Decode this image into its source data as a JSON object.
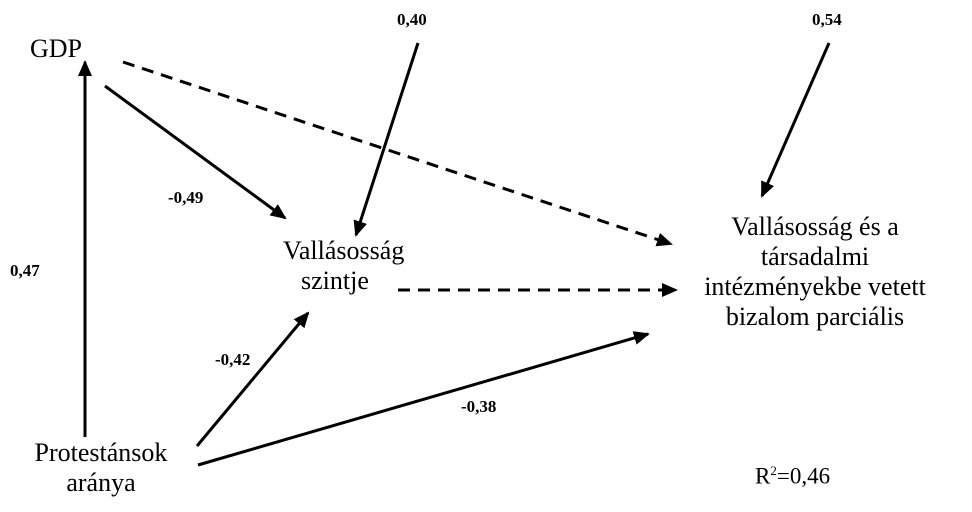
{
  "nodes": {
    "gdp": "GDP",
    "religiosity": [
      "Vallásosság",
      "szintje"
    ],
    "outcome": [
      "Vallásosság és a",
      "társadalmi",
      "intézményekbe vetett",
      "bizalom parciális"
    ],
    "protestant": [
      "Protestánsok",
      "aránya"
    ]
  },
  "coefficients": {
    "disturbance_religiosity": "0,40",
    "disturbance_outcome": "0,54",
    "gdp_to_religiosity": "-0,49",
    "protestant_to_gdp": "0,47",
    "protestant_to_religiosity": "-0,42",
    "protestant_to_outcome": "-0,38"
  },
  "r_squared": {
    "base": "R",
    "exponent": "2",
    "value": "=0,46"
  },
  "colors": {
    "line": "#000000",
    "background": "#ffffff"
  }
}
